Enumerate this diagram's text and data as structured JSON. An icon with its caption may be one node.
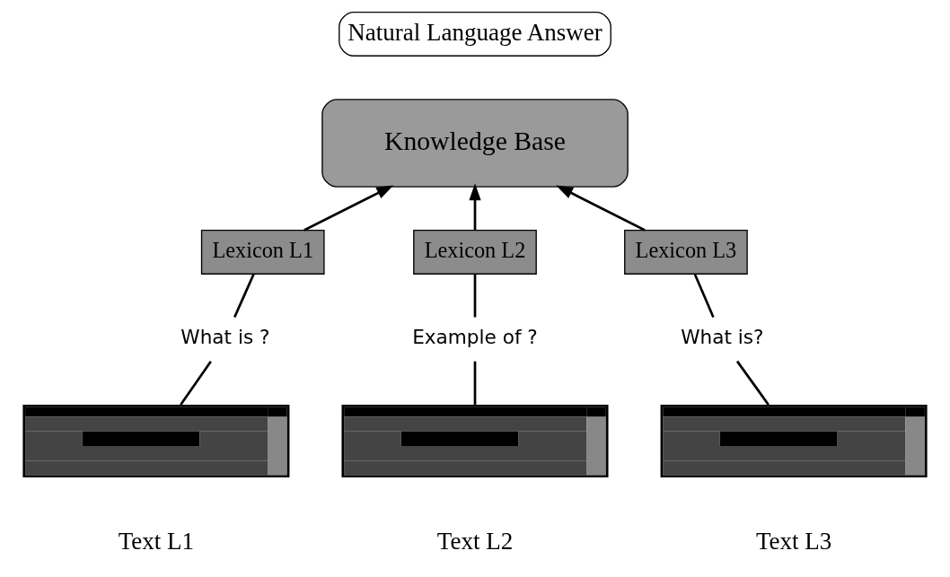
{
  "diagram": {
    "nodes": [
      {
        "text": [
          "Natural Language Answer"
        ]
      },
      {
        "text": [
          "Knowledge Base"
        ]
      },
      {
        "text": [
          "Lexicon L1"
        ]
      },
      {
        "text": [
          "Lexicon L2"
        ]
      },
      {
        "text": [
          "Lexicon L3"
        ]
      },
      {
        "text": [
          "What is ?"
        ]
      },
      {
        "text": [
          "Example of ?"
        ]
      },
      {
        "text": [
          "What is?"
        ]
      },
      {
        "text": [],
        "shape": "picture",
        "beside": [
          "Text L1"
        ]
      },
      {
        "text": [],
        "shape": "picture",
        "beside": [
          "Text L2"
        ]
      },
      {
        "text": [],
        "shape": "picture",
        "beside": [
          "Text L3"
        ]
      }
    ],
    "edges": [
      {
        "from": 2,
        "to": 1,
        "arrow": "to"
      },
      {
        "from": 3,
        "to": 1,
        "arrow": "to"
      },
      {
        "from": 4,
        "to": 1,
        "arrow": "to"
      },
      {
        "from": 5,
        "to": 2,
        "arrow": "none"
      },
      {
        "from": 6,
        "to": 3,
        "arrow": "none"
      },
      {
        "from": 7,
        "to": 4,
        "arrow": "none"
      },
      {
        "from": 8,
        "to": 5,
        "arrow": "none"
      },
      {
        "from": 9,
        "to": 6,
        "arrow": "none"
      },
      {
        "from": 10,
        "to": 7,
        "arrow": "none"
      }
    ]
  }
}
